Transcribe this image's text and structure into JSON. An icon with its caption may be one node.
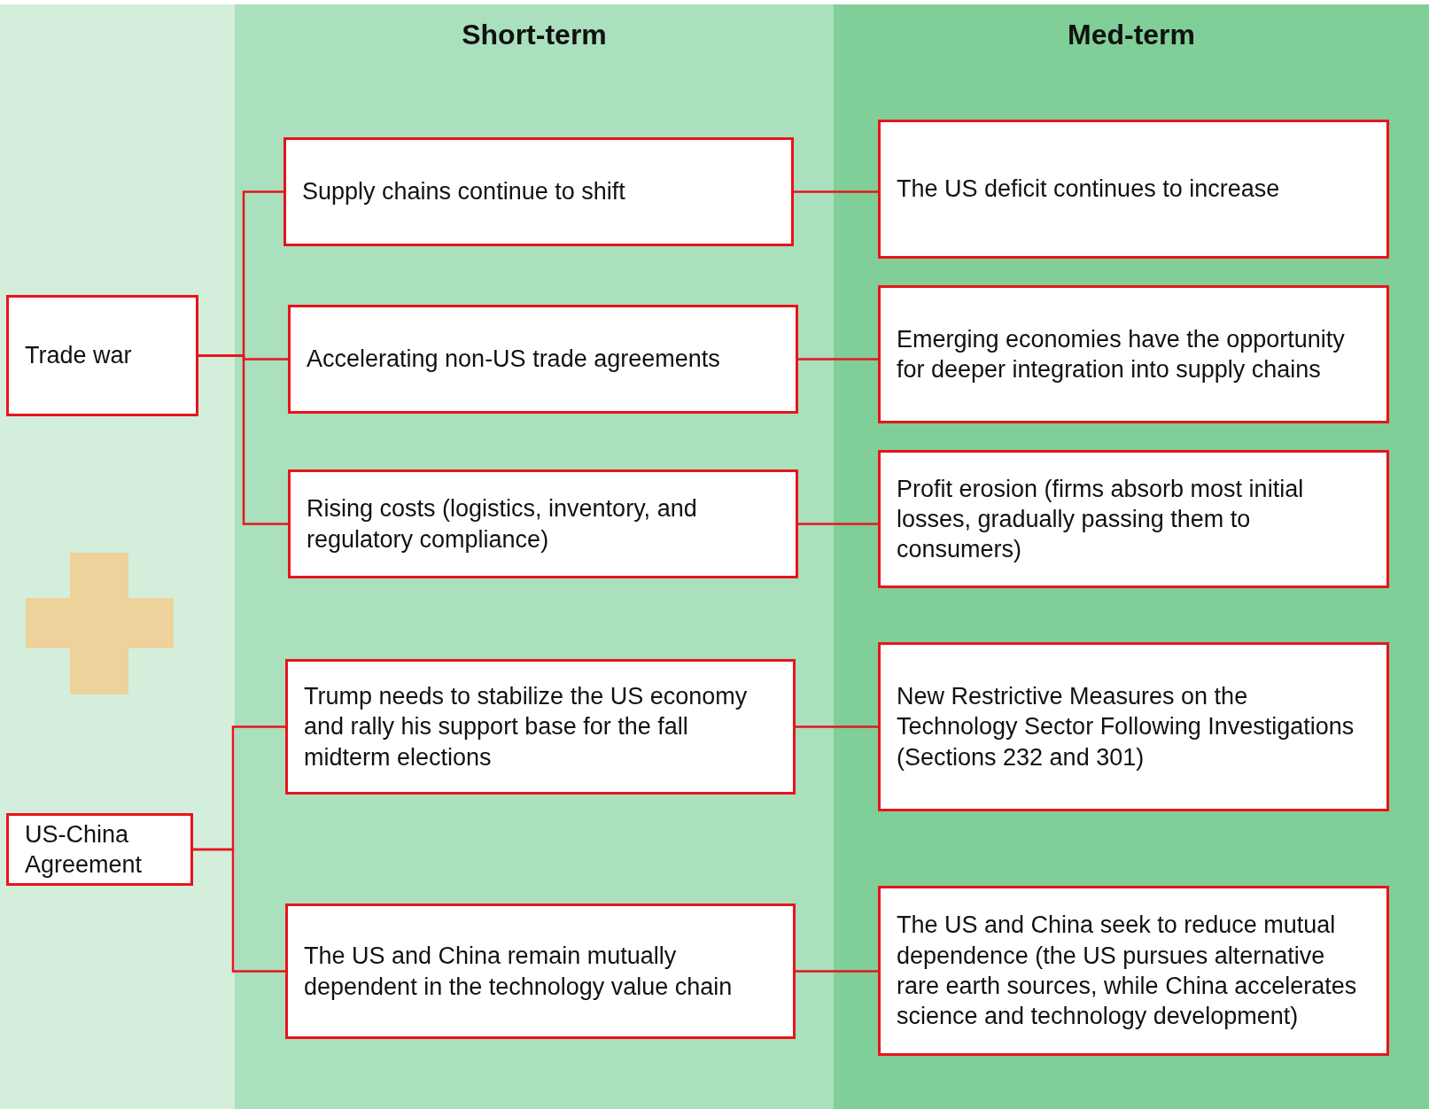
{
  "diagram": {
    "nodes": [
      {
        "text": [
          "Short-term"
        ]
      },
      {
        "text": [
          "Med-term"
        ]
      },
      {
        "text": [
          "Trade war"
        ]
      },
      {
        "text": [
          "US-China Agreement"
        ]
      },
      {
        "text": [
          "Supply chains continue to shift"
        ],
        "in": 0
      },
      {
        "text": [
          "Accelerating non-US trade agreements"
        ],
        "in": 0
      },
      {
        "text": [
          "Rising costs (logistics, inventory, and regulatory compliance)"
        ],
        "in": 0
      },
      {
        "text": [
          "Trump needs to stabilize the US economy and rally his support base for the fall midterm elections"
        ],
        "in": 0
      },
      {
        "text": [
          "The US and China remain mutually dependent in the technology value chain"
        ],
        "in": 0
      },
      {
        "text": [
          "The US deficit continues to increase"
        ],
        "in": 1
      },
      {
        "text": [
          "Emerging economies have the opportunity for deeper integration into supply chains"
        ],
        "in": 1
      },
      {
        "text": [
          "Profit erosion (firms absorb most initial losses, gradually passing them to consumers)"
        ],
        "in": 1
      },
      {
        "text": [
          "New Restrictive Measures on the Technology Sector Following Investigations (Sections 232 and 301)"
        ],
        "in": 1
      },
      {
        "text": [
          "The US and China seek to reduce mutual dependence (the US pursues alternative rare earth sources, while China accelerates science and technology development)"
        ],
        "in": 1
      }
    ],
    "edges": [
      {
        "from": 2,
        "to": 4,
        "arrow": "none"
      },
      {
        "from": 2,
        "to": 5,
        "arrow": "none"
      },
      {
        "from": 2,
        "to": 6,
        "arrow": "none"
      },
      {
        "from": 3,
        "to": 7,
        "arrow": "none"
      },
      {
        "from": 3,
        "to": 8,
        "arrow": "none"
      },
      {
        "from": 4,
        "to": 9,
        "arrow": "none"
      },
      {
        "from": 5,
        "to": 10,
        "arrow": "none"
      },
      {
        "from": 6,
        "to": 11,
        "arrow": "none"
      },
      {
        "from": 7,
        "to": 12,
        "arrow": "none"
      },
      {
        "from": 8,
        "to": 13,
        "arrow": "none"
      }
    ]
  }
}
